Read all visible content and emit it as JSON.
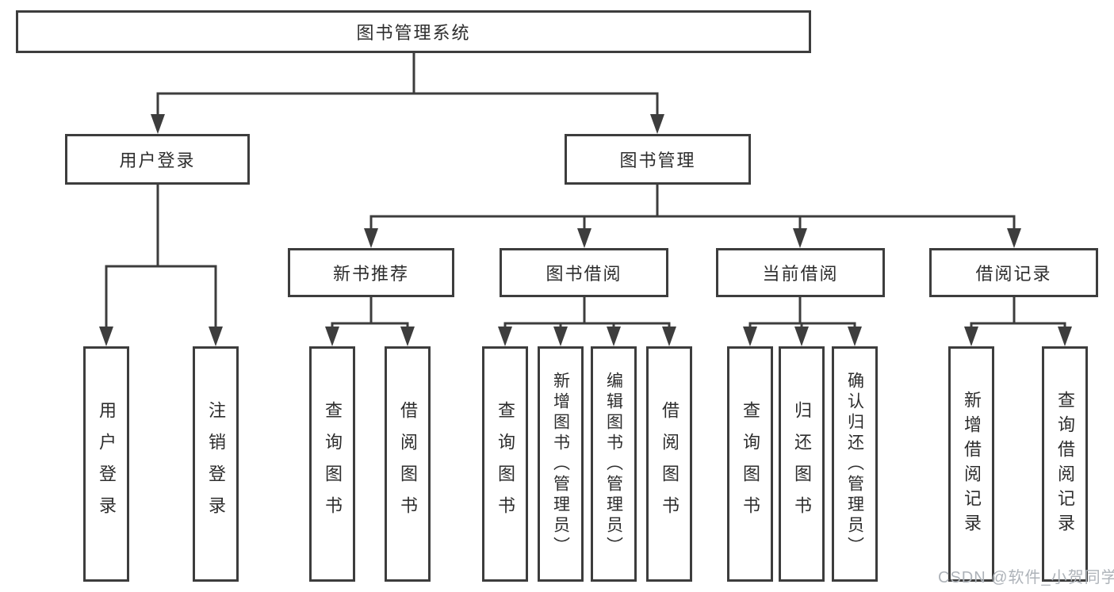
{
  "diagram": {
    "type": "tree",
    "colors": {
      "line": "#3d3d3d",
      "text": "#2d2d2d",
      "background": "#ffffff",
      "watermark": "#aeb3b9"
    },
    "tree": {
      "label": "图书管理系统",
      "children": [
        {
          "label": "用户登录",
          "children": [
            {
              "label": "用户登录"
            },
            {
              "label": "注销登录"
            }
          ]
        },
        {
          "label": "图书管理",
          "children": [
            {
              "label": "新书推荐",
              "children": [
                {
                  "label": "查询图书"
                },
                {
                  "label": "借阅图书"
                }
              ]
            },
            {
              "label": "图书借阅",
              "children": [
                {
                  "label": "查询图书"
                },
                {
                  "label": "新增图书（管理员）"
                },
                {
                  "label": "编辑图书（管理员）"
                },
                {
                  "label": "借阅图书"
                }
              ]
            },
            {
              "label": "当前借阅",
              "children": [
                {
                  "label": "查询图书"
                },
                {
                  "label": "归还图书"
                },
                {
                  "label": "确认归还（管理员）"
                }
              ]
            },
            {
              "label": "借阅记录",
              "children": [
                {
                  "label": "新增借阅记录"
                },
                {
                  "label": "查询借阅记录"
                }
              ]
            }
          ]
        }
      ]
    },
    "watermark": "CSDN @软件_小贺同学"
  }
}
